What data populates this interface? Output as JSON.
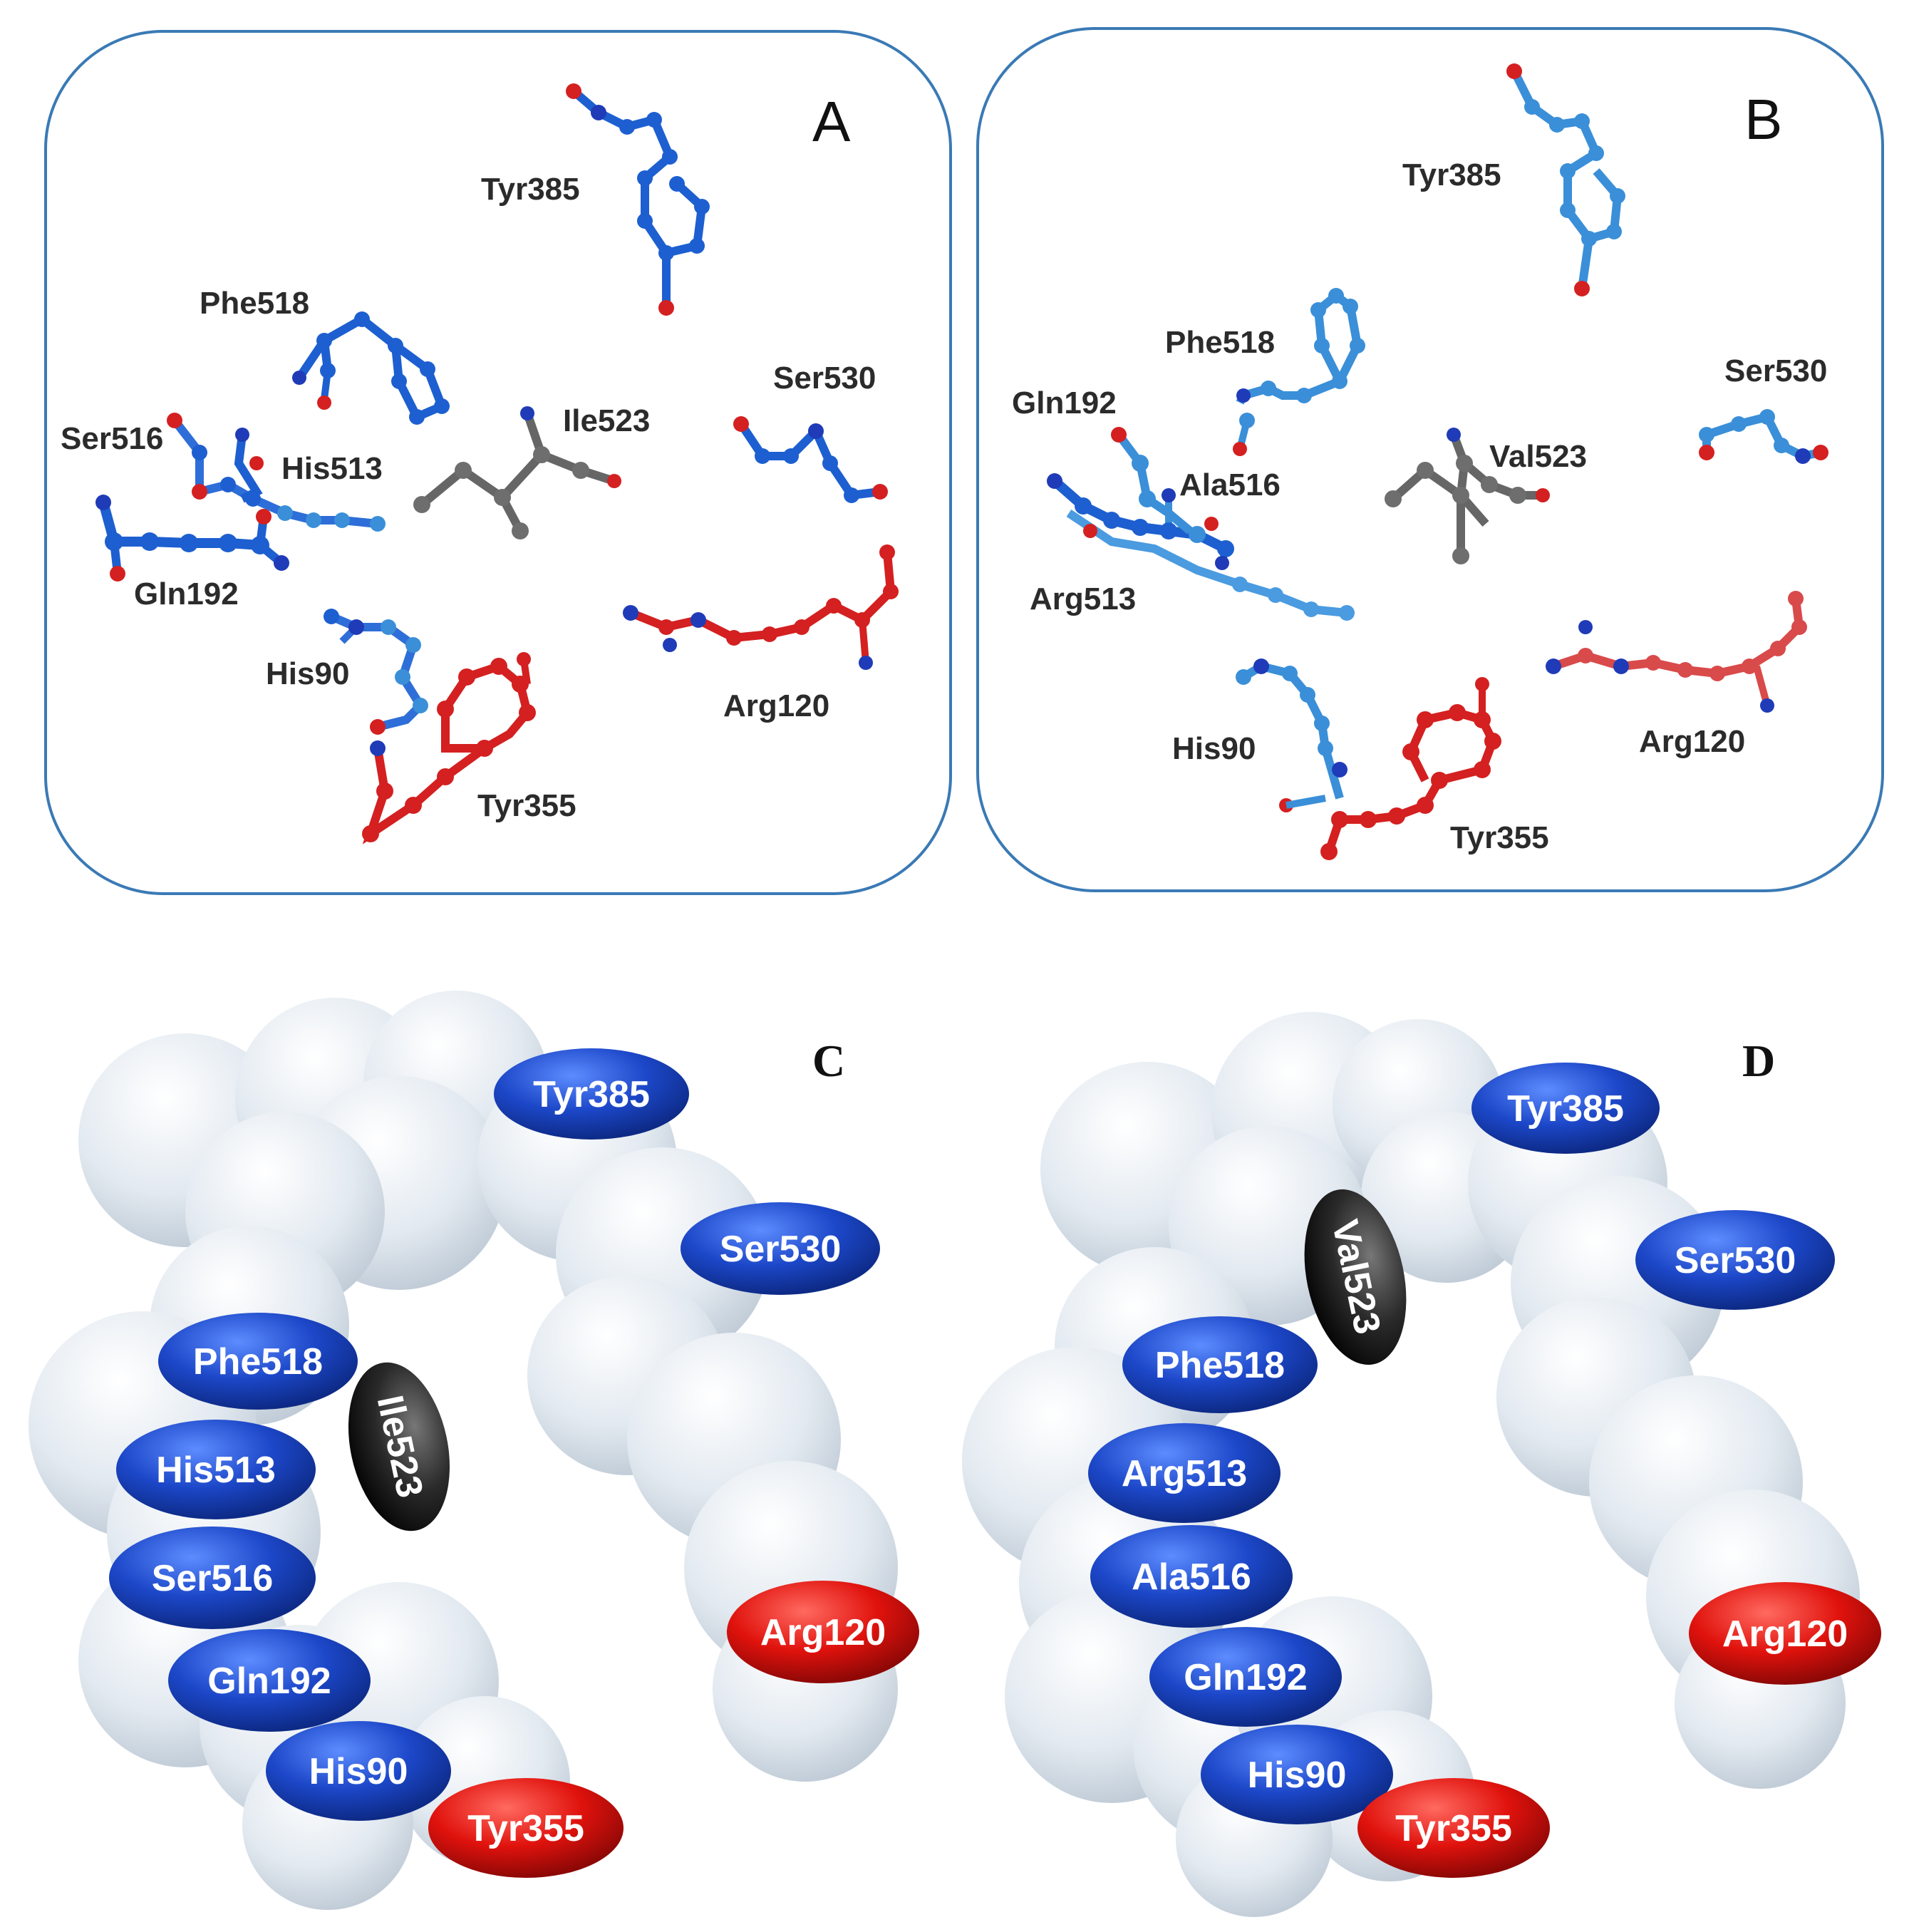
{
  "panels": {
    "a": {
      "letter": "A",
      "labels": [
        "Tyr385",
        "Phe518",
        "Ser530",
        "Ile523",
        "Ser516",
        "His513",
        "Gln192",
        "His90",
        "Arg120",
        "Tyr355"
      ]
    },
    "b": {
      "letter": "B",
      "labels": [
        "Tyr385",
        "Phe518",
        "Ser530",
        "Gln192",
        "Val523",
        "Ala516",
        "Arg513",
        "His90",
        "Arg120",
        "Tyr355"
      ]
    },
    "c": {
      "letter": "C",
      "pills": [
        "Tyr385",
        "Ser530",
        "Phe518",
        "Ile523",
        "His513",
        "Ser516",
        "Gln192",
        "His90",
        "Tyr355",
        "Arg120"
      ]
    },
    "d": {
      "letter": "D",
      "pills": [
        "Tyr385",
        "Val523",
        "Ser530",
        "Phe518",
        "Arg513",
        "Ala516",
        "Gln192",
        "His90",
        "Tyr355",
        "Arg120"
      ]
    }
  },
  "colors": {
    "frame": "#3a7ab5",
    "blue_dark": "#1a4ec2",
    "blue_light": "#3a8fd8",
    "red": "#d8241f",
    "grey": "#6e6e6e",
    "black_pill": "#222222",
    "surface": "#e4ebf2"
  }
}
